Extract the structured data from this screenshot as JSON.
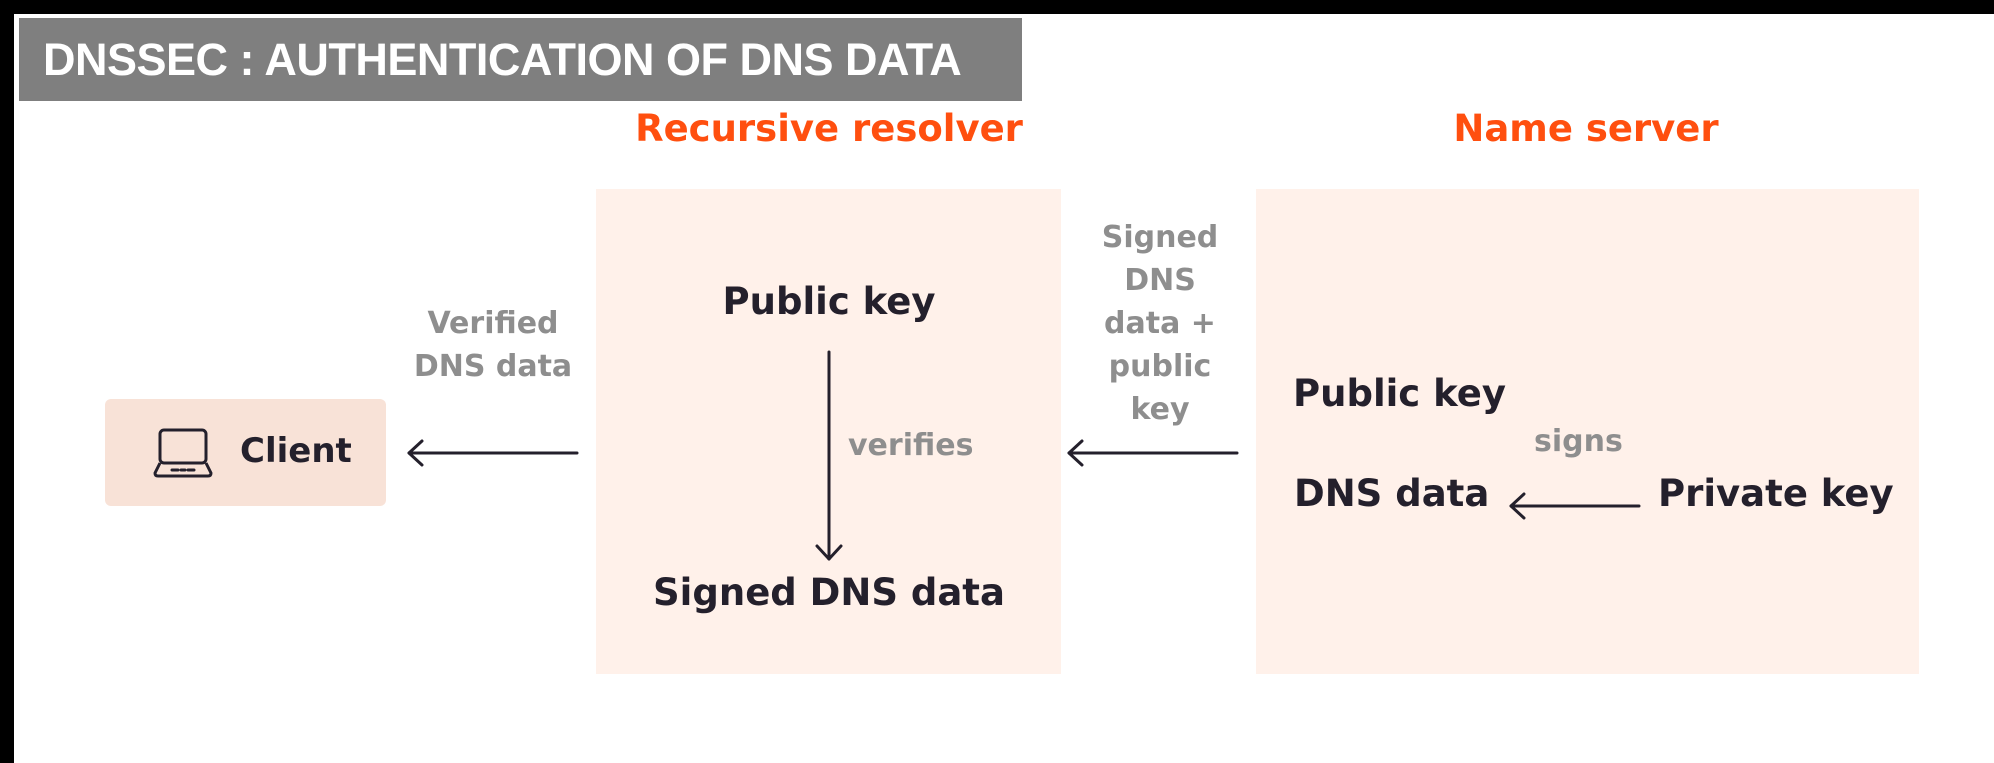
{
  "title": "DNSSEC : AUTHENTICATION OF DNS DATA",
  "colors": {
    "title_bar": "#7f7f7f",
    "heading": "#ff4f0f",
    "panel": "#fff1ea",
    "client_box": "#f8e2d7",
    "dark_text": "#24202c",
    "gray_text": "#8e8e8e"
  },
  "client": {
    "label": "Client",
    "icon": "laptop-icon"
  },
  "edges": {
    "verified_dns_data": "Verified DNS data",
    "signed_dns_data_public_key": "Signed DNS data + public key",
    "verifies": "verifies",
    "signs": "signs"
  },
  "resolver": {
    "heading": "Recursive resolver",
    "public_key": "Public key",
    "signed_dns_data": "Signed DNS data"
  },
  "name_server": {
    "heading": "Name server",
    "public_key": "Public key",
    "dns_data": "DNS data",
    "private_key": "Private key"
  }
}
